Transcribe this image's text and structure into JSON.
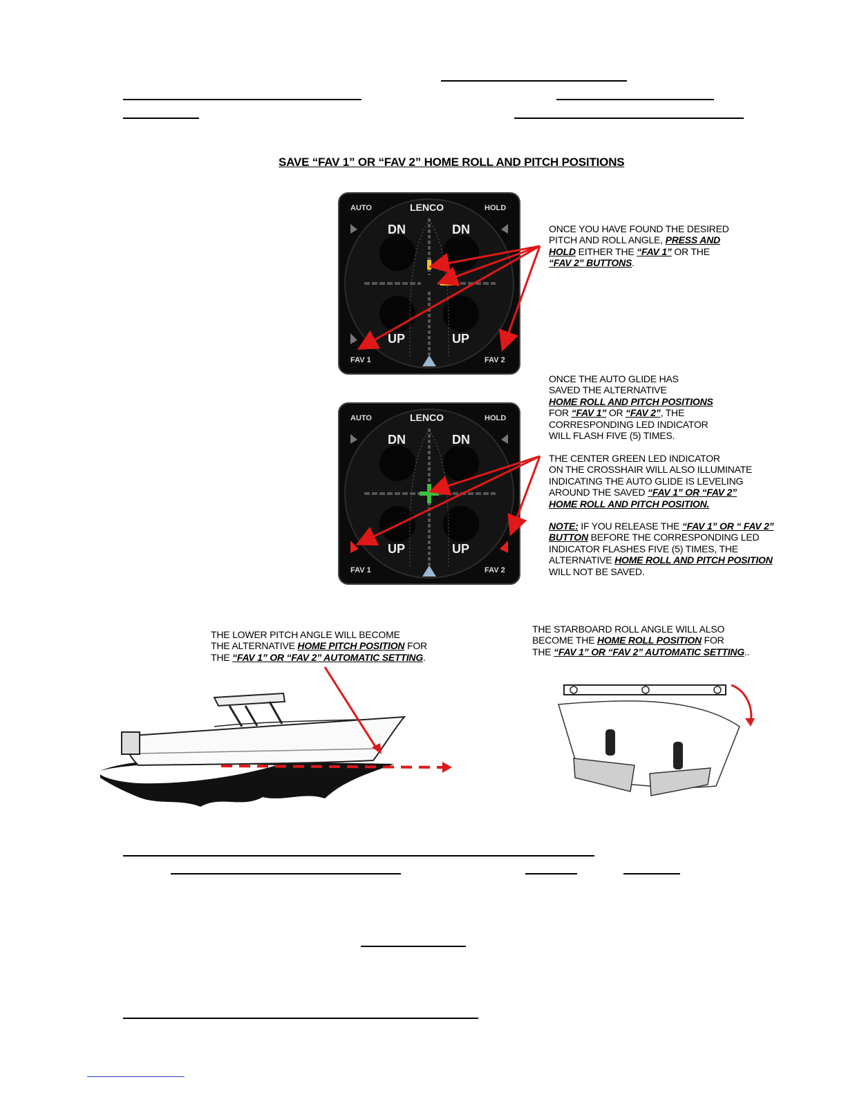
{
  "page": {
    "title": "SAVE “FAV 1” OR “FAV 2” HOME ROLL AND PITCH POSITIONS"
  },
  "panel": {
    "brand": "LENCO",
    "auto": "AUTO",
    "hold": "HOLD",
    "dn": "DN",
    "up": "UP",
    "fav1": "FAV 1",
    "fav2": "FAV 2",
    "colors": {
      "active_pitch_led": "#f0c419",
      "center_led": "#3fbf3f",
      "fav_led": "#e52020",
      "arrow": "#e01818"
    }
  },
  "note1": {
    "l1": "ONCE YOU HAVE FOUND THE DESIRED",
    "l2a": "PITCH AND ROLL ANGLE, ",
    "l2b": "PRESS AND",
    "l3a": "HOLD",
    "l3b": " EITHER THE ",
    "l3c": "“FAV 1”",
    "l3d": " OR THE",
    "l4a": "“FAV 2” BUTTONS",
    "l4b": "."
  },
  "note2": {
    "l1": "ONCE THE AUTO GLIDE HAS",
    "l2": "SAVED THE ALTERNATIVE",
    "l3": "HOME ROLL AND PITCH POSITIONS",
    "l4a": "FOR ",
    "l4b": "“FAV 1”",
    "l4c": " OR ",
    "l4d": "“FAV 2”",
    "l4e": ", THE",
    "l5": "CORRESPONDING LED INDICATOR",
    "l6": "WILL FLASH FIVE (5) TIMES."
  },
  "note3": {
    "l1": "THE CENTER GREEN LED INDICATOR",
    "l2": "ON THE CROSSHAIR WILL ALSO ILLUMINATE",
    "l3": "INDICATING THE AUTO GLIDE IS LEVELING",
    "l4a": "AROUND THE SAVED ",
    "l4b": "“FAV 1” OR “FAV 2”",
    "l5": "HOME ROLL AND PITCH POSITION."
  },
  "note4": {
    "l1a": "NOTE:",
    "l1b": " IF YOU RELEASE THE ",
    "l1c": "“FAV 1” OR “ FAV 2”",
    "l2a": "BUTTON",
    "l2b": " BEFORE THE CORRESPONDING LED",
    "l3": "INDICATOR FLASHES FIVE (5) TIMES, THE",
    "l4a": "ALTERNATIVE ",
    "l4b": "HOME ROLL AND PITCH POSITION",
    "l5": "WILL NOT BE SAVED."
  },
  "pitch_note": {
    "l1": "THE LOWER PITCH ANGLE WILL BECOME",
    "l2a": "THE ALTERNATIVE ",
    "l2b": "HOME PITCH POSITION",
    "l2c": " FOR",
    "l3a": "THE ",
    "l3b": "“FAV 1” OR “FAV 2” AUTOMATIC SETTING",
    "l3c": "."
  },
  "roll_note": {
    "l1": "THE STARBOARD ROLL ANGLE WILL ALSO",
    "l2a": "BECOME  THE ",
    "l2b": "HOME ROLL POSITION",
    "l2c": "  FOR",
    "l3a": "THE ",
    "l3b": "“FAV 1” OR “FAV 2” AUTOMATIC SETTING",
    "l3c": ".."
  }
}
